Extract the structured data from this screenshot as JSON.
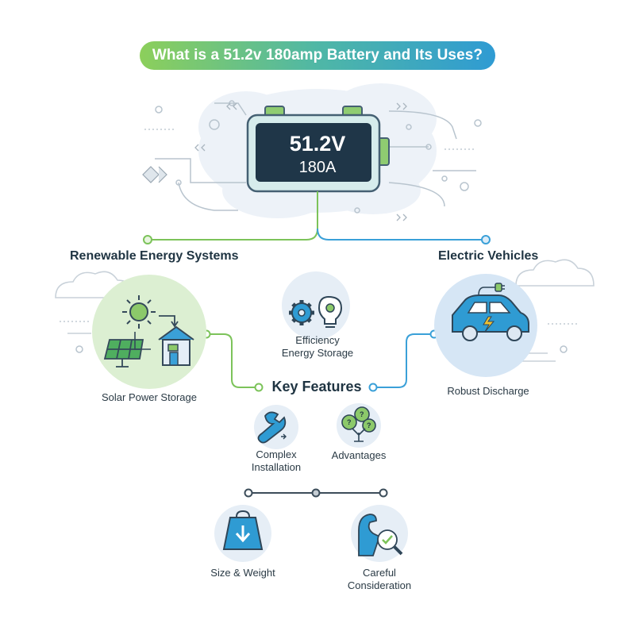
{
  "title": "What is a 51.2v 180amp Battery and Its Uses?",
  "battery": {
    "voltage": "51.2V",
    "current": "180A"
  },
  "sections": {
    "renewable": "Renewable Energy Systems",
    "electric": "Electric Vehicles"
  },
  "items": {
    "solar": "Solar Power Storage",
    "efficiency_line1": "Efficiency",
    "efficiency_line2": "Energy Storage",
    "discharge": "Robust Discharge",
    "key_features": "Key Features",
    "complex_line1": "Complex",
    "complex_line2": "Installation",
    "advantages": "Advantages",
    "size": "Size & Weight",
    "careful_line1": "Careful",
    "careful_line2": "Consideration"
  },
  "colors": {
    "green": "#7cc35a",
    "blue": "#3aa0d8",
    "dark": "#1f3442",
    "icon_bg": "#e6eef6"
  },
  "icons": [
    "battery-icon",
    "sun-icon",
    "solar-panel-icon",
    "house-icon",
    "gear-icon",
    "lightbulb-icon",
    "electric-car-icon",
    "wrench-icon",
    "question-tree-icon",
    "weight-icon",
    "bicep-magnifier-icon"
  ]
}
